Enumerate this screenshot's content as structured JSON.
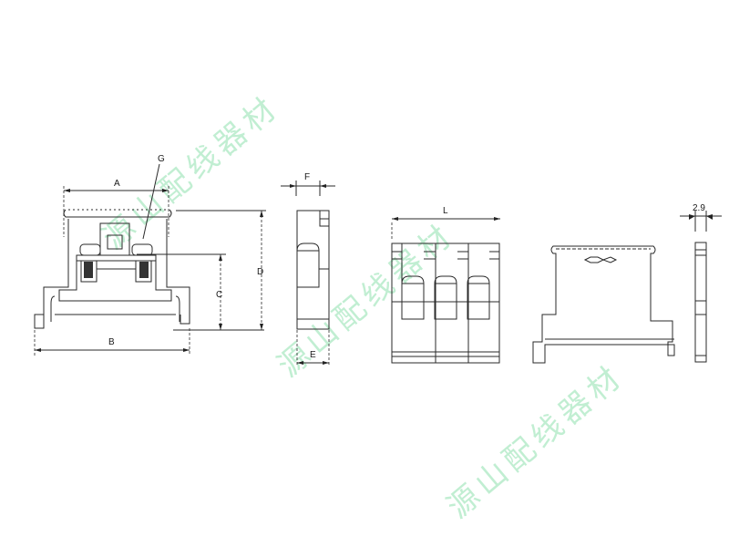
{
  "watermark": {
    "text": "源山配线器材",
    "color": "#b7eccb"
  },
  "views": {
    "front": {
      "labels": {
        "A": "A",
        "B": "B",
        "C": "C",
        "D": "D",
        "G": "G"
      }
    },
    "side": {
      "labels": {
        "E": "E",
        "F": "F"
      }
    },
    "assembly": {
      "labels": {
        "L": "L"
      },
      "module_count": 3
    },
    "end_plate": {
      "thickness_label": "2.9"
    }
  }
}
